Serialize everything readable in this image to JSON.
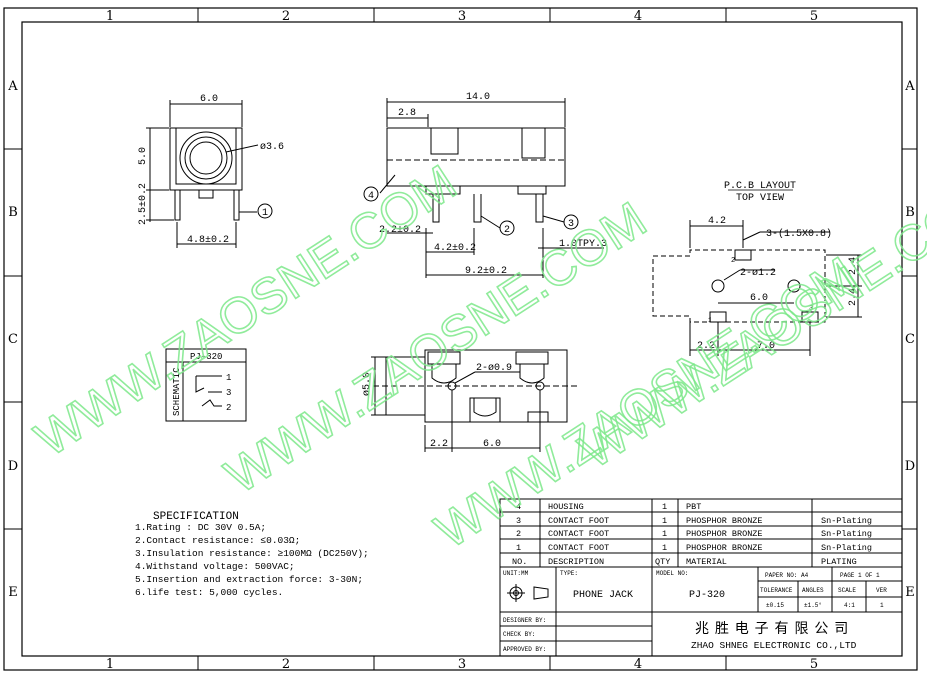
{
  "frame": {
    "columns": [
      "1",
      "2",
      "3",
      "4",
      "5"
    ],
    "rows": [
      "A",
      "B",
      "C",
      "D",
      "E"
    ]
  },
  "watermark": {
    "text_a": "WWW.ZAOSNE.COM",
    "text_b": "WWW.ZAOSNE.COM",
    "text_c": "WWW.ZAOSNE.COM",
    "text_d": "WWW.ZAOSNE.COM"
  },
  "front_view": {
    "dim_width": "6.0",
    "dim_height": "5.0",
    "dim_hole": "ø3.6",
    "dim_pin": "2.5±0.2",
    "dim_pin_spacing": "4.8±0.2",
    "callout": "1"
  },
  "side_view": {
    "dim_length": "14.0",
    "dim_offset": "2.8",
    "dim_a": "2.2±0.2",
    "dim_b": "4.2±0.2",
    "dim_c": "9.2±0.2",
    "dim_typ": "1.0TPY.3",
    "callout_2": "2",
    "callout_3": "3",
    "callout_4": "4"
  },
  "bottom_view": {
    "dim_holes": "2-ø0.9",
    "dim_dia": "ø5.0",
    "dim_a": "2.2",
    "dim_b": "6.0"
  },
  "pcb_layout": {
    "title": "P.C.B LAYOUT",
    "subtitle": "TOP VIEW",
    "dim_pads": "3-(1.5X0.8)",
    "dim_holes": "2-ø1.2",
    "dim_42": "4.2",
    "dim_60": "6.0",
    "dim_24a": "2.4",
    "dim_24b": "2.4",
    "dim_22": "2.2",
    "dim_70": "7.0",
    "pad_1": "1",
    "pad_2": "2",
    "pad_3": "3"
  },
  "schematic": {
    "model": "PJ-320",
    "label": "SCHEMATIC",
    "pin1": "1",
    "pin3": "3",
    "pin2": "2"
  },
  "specification": {
    "title": "SPECIFICATION",
    "items": [
      "1.Rating : DC 30V 0.5A;",
      "2.Contact resistance: ≤0.03Ω;",
      "3.Insulation resistance: ≥100MΩ (DC250V);",
      "4.Withstand voltage: 500VAC;",
      "5.Insertion and extraction force: 3-30N;",
      "6.life test: 5,000 cycles."
    ]
  },
  "bom": {
    "rows": [
      {
        "no": "4",
        "desc": "HOUSING",
        "qty": "1",
        "material": "PBT",
        "plating": ""
      },
      {
        "no": "3",
        "desc": "CONTACT FOOT",
        "qty": "1",
        "material": "PHOSPHOR BRONZE",
        "plating": "Sn-Plating"
      },
      {
        "no": "2",
        "desc": "CONTACT FOOT",
        "qty": "1",
        "material": "PHOSPHOR BRONZE",
        "plating": "Sn-Plating"
      },
      {
        "no": "1",
        "desc": "CONTACT FOOT",
        "qty": "1",
        "material": "PHOSPHOR BRONZE",
        "plating": "Sn-Plating"
      }
    ],
    "header": {
      "no": "NO.",
      "desc": "DESCRIPTION",
      "qty": "QTY",
      "material": "MATERIAL",
      "plating": "PLATING"
    }
  },
  "title_block": {
    "unit": "UNIT:MM",
    "type_label": "TYPE:",
    "type_value": "PHONE JACK",
    "model_label": "MODEL NO:",
    "model_value": "PJ-320",
    "paper": "PAPER NO: A4",
    "page": "PAGE 1 OF 1",
    "tolerance": "TOLERANCE",
    "angles": "ANGLES",
    "scale": "SCALE",
    "ver": "VER",
    "tol_value": "±0.15",
    "ang_value": "±1.5°",
    "scale_value": "4:1",
    "ver_value": "1",
    "designer": "DESIGNER BY:",
    "check": "CHECK   BY:",
    "approved": "APPROVED BY:",
    "company_cn": "兆 胜 电 子 有 限 公 司",
    "company_en": "ZHAO SHNEG ELECTRONIC CO.,LTD"
  }
}
